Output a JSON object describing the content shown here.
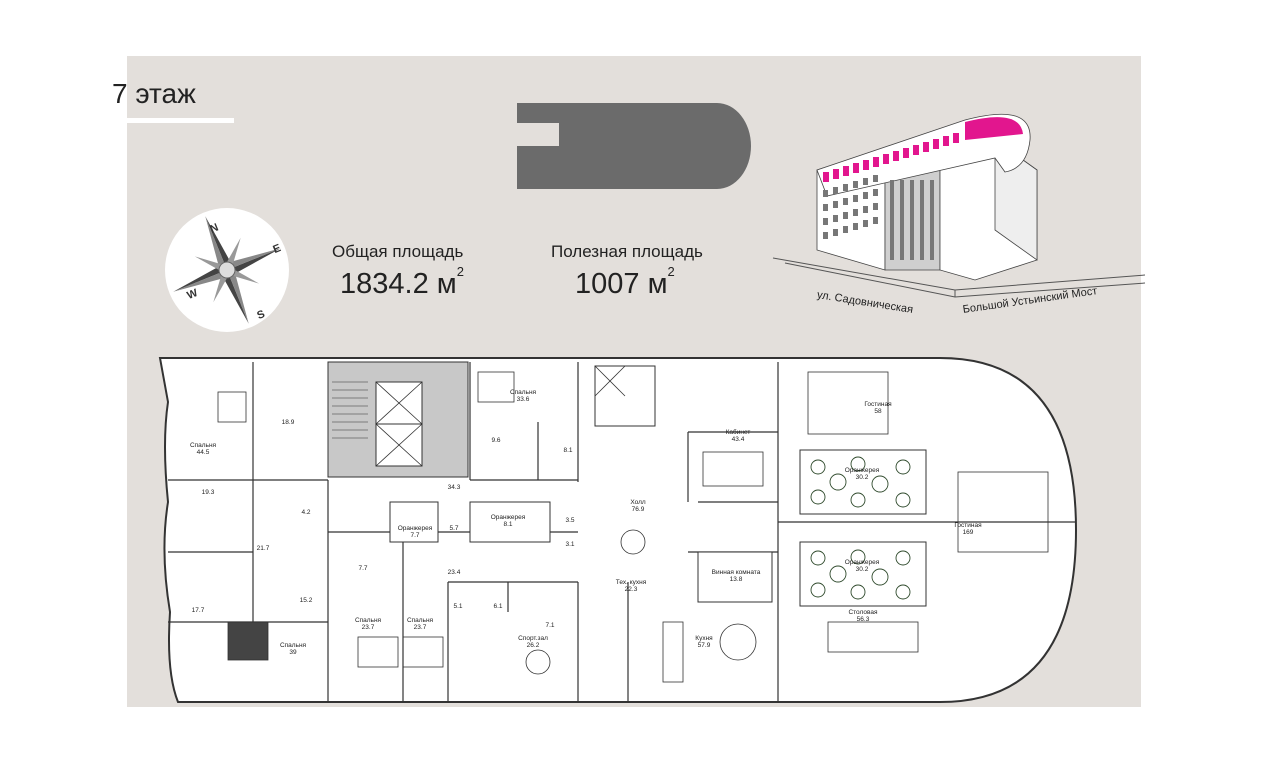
{
  "floor": {
    "title": "7 этаж"
  },
  "areas": {
    "total_label": "Общая площадь",
    "total_value": "1834.2 м",
    "useful_label": "Полезная площадь",
    "useful_value": "1007 м",
    "unit_power": "2"
  },
  "compass": {
    "n": "N",
    "e": "E",
    "s": "S",
    "w": "W"
  },
  "streets": {
    "street_1": "ул. Садовническая",
    "street_2": "Большой Устьинский Мост"
  },
  "colors": {
    "background": "#e3dfdb",
    "highlight": "#e2168e",
    "key_plan": "#6b6b6b",
    "furniture_green": "#3d5a3a"
  },
  "rooms": [
    {
      "id": "bed-44",
      "name": "Спальня",
      "area": "44.5"
    },
    {
      "id": "r-18",
      "name": "",
      "area": "18.9"
    },
    {
      "id": "r-19",
      "name": "",
      "area": "19.3"
    },
    {
      "id": "r-42",
      "name": "",
      "area": "4.2"
    },
    {
      "id": "r-217",
      "name": "",
      "area": "21.7"
    },
    {
      "id": "r-177",
      "name": "",
      "area": "17.7"
    },
    {
      "id": "r-152",
      "name": "",
      "area": "15.2"
    },
    {
      "id": "bed-39",
      "name": "Спальня",
      "area": "39"
    },
    {
      "id": "r-77a",
      "name": "",
      "area": "7.7"
    },
    {
      "id": "bed-237a",
      "name": "Спальня",
      "area": "23.7"
    },
    {
      "id": "bed-237b",
      "name": "Спальня",
      "area": "23.7"
    },
    {
      "id": "gr-77",
      "name": "Оранжерея",
      "area": "7.7"
    },
    {
      "id": "r-343",
      "name": "",
      "area": "34.3"
    },
    {
      "id": "r-57",
      "name": "",
      "area": "5.7"
    },
    {
      "id": "r-234",
      "name": "",
      "area": "23.4"
    },
    {
      "id": "gr-81",
      "name": "Оранжерея",
      "area": "8.1"
    },
    {
      "id": "r-35",
      "name": "",
      "area": "3.5"
    },
    {
      "id": "r-31",
      "name": "",
      "area": "3.1"
    },
    {
      "id": "r-51",
      "name": "",
      "area": "5.1"
    },
    {
      "id": "r-61",
      "name": "",
      "area": "6.1"
    },
    {
      "id": "r-71",
      "name": "",
      "area": "7.1"
    },
    {
      "id": "gym",
      "name": "Спорт.зал",
      "area": "26.2"
    },
    {
      "id": "bed-336",
      "name": "Спальня",
      "area": "33.6"
    },
    {
      "id": "r-96",
      "name": "",
      "area": "9.6"
    },
    {
      "id": "r-81",
      "name": "",
      "area": "8.1"
    },
    {
      "id": "hall",
      "name": "Холл",
      "area": "76.9"
    },
    {
      "id": "office",
      "name": "Кабинет",
      "area": "43.4"
    },
    {
      "id": "wine",
      "name": "Винная комната",
      "area": "13.8"
    },
    {
      "id": "tech-kitchen",
      "name": "Тех. кухня",
      "area": "22.3"
    },
    {
      "id": "kitchen",
      "name": "Кухня",
      "area": "57.9"
    },
    {
      "id": "living-58",
      "name": "Гостиная",
      "area": "58"
    },
    {
      "id": "gr-302a",
      "name": "Оранжерея",
      "area": "30.2"
    },
    {
      "id": "gr-302b",
      "name": "Оранжерея",
      "area": "30.2"
    },
    {
      "id": "living-169",
      "name": "Гостиная",
      "area": "169"
    },
    {
      "id": "dining",
      "name": "Столовая",
      "area": "56.3"
    }
  ]
}
